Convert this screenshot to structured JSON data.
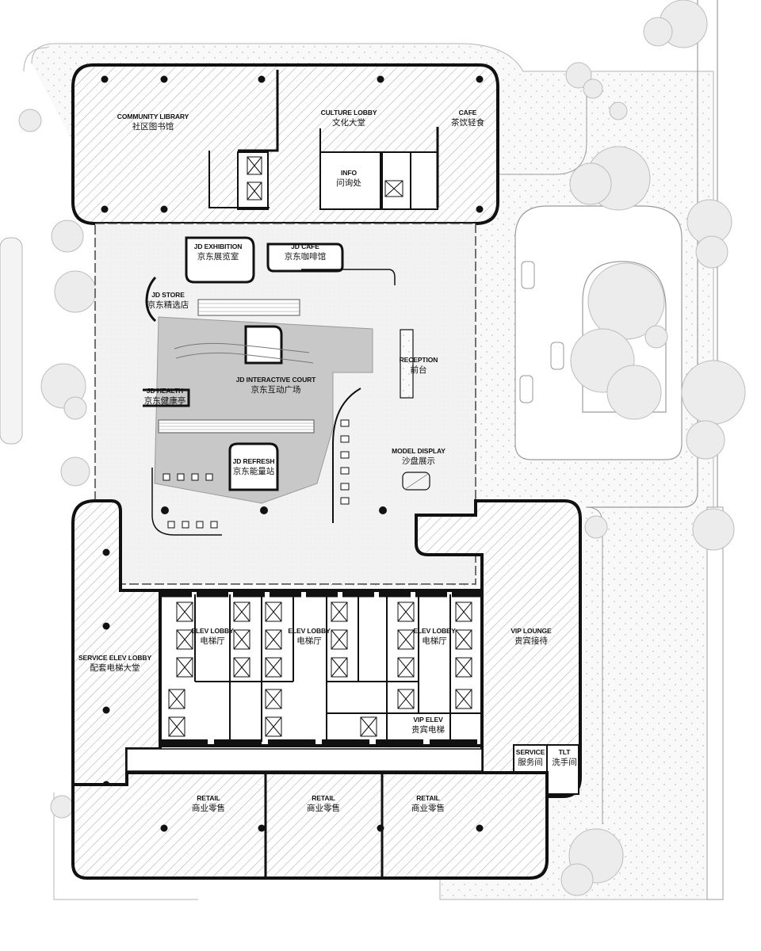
{
  "rooms": {
    "community_library": {
      "en": "COMMUNITY LIBRARY",
      "cn": "社区图书馆"
    },
    "culture_lobby": {
      "en": "CULTURE LOBBY",
      "cn": "文化大堂"
    },
    "cafe": {
      "en": "CAFE",
      "cn": "茶饮轻食"
    },
    "info": {
      "en": "INFO",
      "cn": "问询处"
    },
    "jd_exhibition": {
      "en": "JD EXHIBITION",
      "cn": "京东展览室"
    },
    "jd_cafe": {
      "en": "JD CAFE",
      "cn": "京东咖啡馆"
    },
    "jd_store": {
      "en": "JD STORE",
      "cn": "京东精选店"
    },
    "reception": {
      "en": "RECEPTION",
      "cn": "前台"
    },
    "jd_interactive_court": {
      "en": "JD INTERACTIVE COURT",
      "cn": "京东互动广场"
    },
    "jd_health": {
      "en": "JD HEALTH",
      "cn": "京东健康亭"
    },
    "jd_refresh": {
      "en": "JD REFRESH",
      "cn": "京东能量站"
    },
    "model_display": {
      "en": "MODEL DISPLAY",
      "cn": "沙盘展示"
    },
    "elev_lobby_1": {
      "en": "ELEV LOBBY",
      "cn": "电梯厅"
    },
    "elev_lobby_2": {
      "en": "ELEV LOBBY",
      "cn": "电梯厅"
    },
    "elev_lobby_3": {
      "en": "ELEV LOBBY",
      "cn": "电梯厅"
    },
    "vip_lounge": {
      "en": "VIP LOUNGE",
      "cn": "贵宾接待"
    },
    "service_elev_lobby": {
      "en": "SERVICE ELEV LOBBY",
      "cn": "配套电梯大堂"
    },
    "vip_elev": {
      "en": "VIP ELEV",
      "cn": "贵宾电梯"
    },
    "service": {
      "en": "SERVICE",
      "cn": "服务间"
    },
    "tlt": {
      "en": "TLT",
      "cn": "洗手间"
    },
    "retail_1": {
      "en": "RETAIL",
      "cn": "商业零售"
    },
    "retail_2": {
      "en": "RETAIL",
      "cn": "商业零售"
    },
    "retail_3": {
      "en": "RETAIL",
      "cn": "商业零售"
    }
  },
  "colors": {
    "wall": "#111111",
    "hatch": "#9a9a9a",
    "atrium_floor": "#f4f4f4",
    "court_fill": "#c8c8c8",
    "paving": "#f7f7f7",
    "tree": "#bdbdbd"
  }
}
